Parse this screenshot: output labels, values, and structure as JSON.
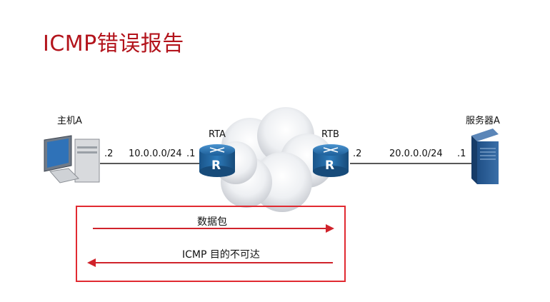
{
  "title": "ICMP错误报告",
  "host": {
    "name": "主机A",
    "port": ".2"
  },
  "link_left": {
    "subnet": "10.0.0.0/24"
  },
  "rta": {
    "name": "RTA",
    "port": ".1",
    "glyph": "R"
  },
  "rtb": {
    "name": "RTB",
    "port": ".2",
    "glyph": "R"
  },
  "link_right": {
    "subnet": "20.0.0.0/24"
  },
  "server": {
    "name": "服务器A",
    "port": ".1"
  },
  "flows": {
    "forward_label": "数据包",
    "reverse_label": "ICMP 目的不可达"
  },
  "colors": {
    "title": "#b3141c",
    "arrow": "#d0232b",
    "router": "#1e6aa8"
  }
}
